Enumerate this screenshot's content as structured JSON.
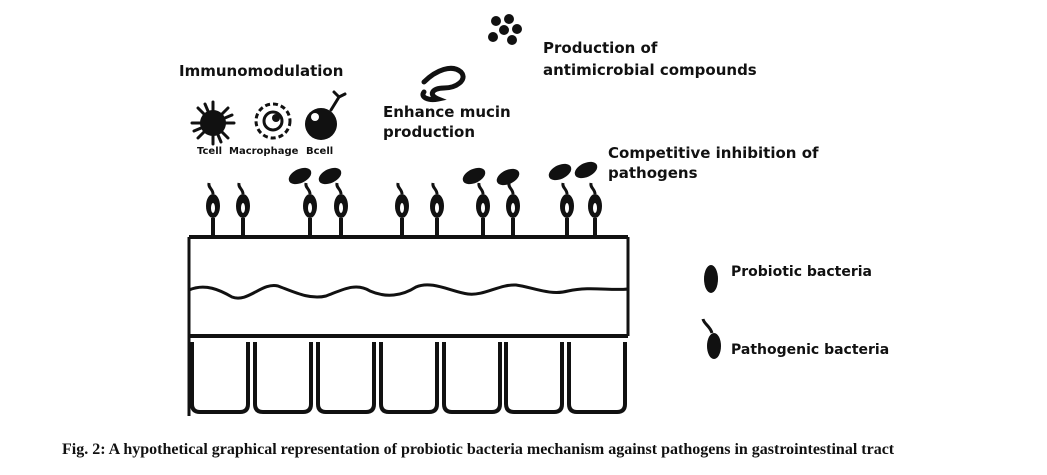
{
  "labels": {
    "immunomodulation": "Immunomodulation",
    "mucin_line1": "Enhance mucin",
    "mucin_line2": "production",
    "antimicrobial_line1": "Production of",
    "antimicrobial_line2": "antimicrobial compounds",
    "competitive_line1": "Competitive inhibition of",
    "competitive_line2": "pathogens",
    "tcell": "Tcell",
    "macrophage": "Macrophage",
    "bcell": "Bcell"
  },
  "legend": {
    "probiotic": "Probiotic bacteria",
    "pathogenic": "Pathogenic bacteria"
  },
  "caption": "Fig. 2: A hypothetical graphical representation of probiotic bacteria mechanism against pathogens in gastrointestinal tract"
}
